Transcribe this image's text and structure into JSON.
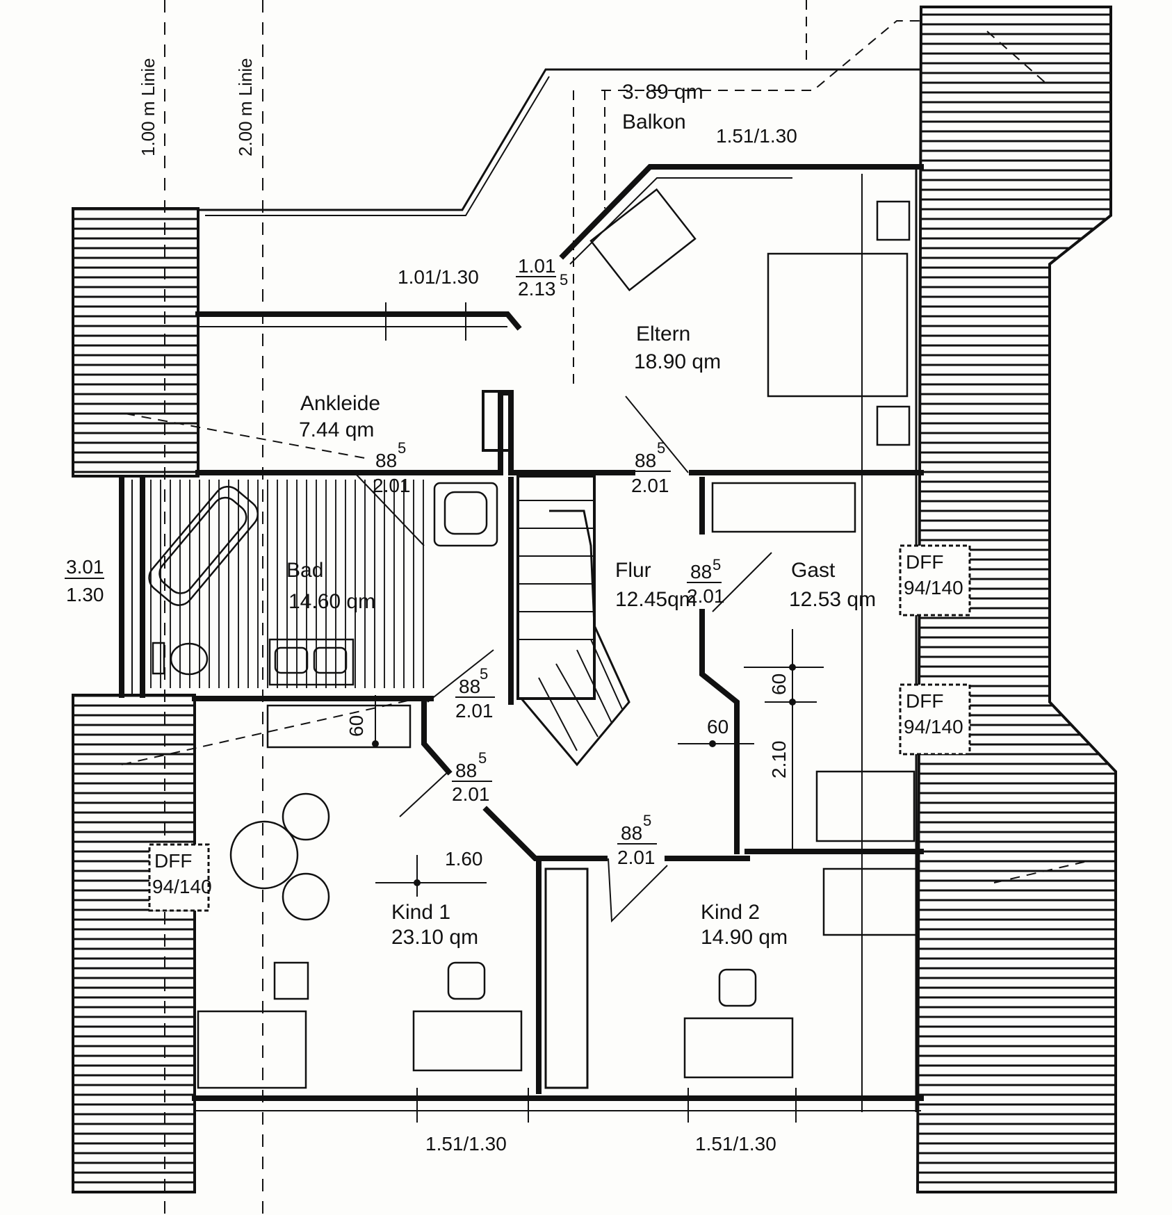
{
  "guide_lines": {
    "line_1m": "1.00 m Linie",
    "line_2m": "2.00 m Linie"
  },
  "rooms": {
    "balkon": {
      "area": "3. 89 qm",
      "name": "Balkon"
    },
    "eltern": {
      "name": "Eltern",
      "area": "18.90 qm"
    },
    "ankleide": {
      "name": "Ankleide",
      "area": "7.44 qm"
    },
    "bad": {
      "name": "Bad",
      "area": "14.60 qm"
    },
    "flur": {
      "name": "Flur",
      "area": "12.45qm"
    },
    "gast": {
      "name": "Gast",
      "area": "12.53 qm"
    },
    "kind1": {
      "name": "Kind 1",
      "area": "23.10 qm"
    },
    "kind2": {
      "name": "Kind 2",
      "area": "14.90 qm"
    }
  },
  "windows": {
    "balkon_window": "1.51/1.30",
    "ankleide_window": "1.01/1.30",
    "balkon_door_w": "1.01",
    "balkon_door_h": "2.13",
    "balkon_door_sup": "5",
    "bad_window_w": "3.01",
    "bad_window_h": "1.30",
    "kind1_window": "1.51/1.30",
    "kind2_window": "1.51/1.30"
  },
  "doors": {
    "width": "88",
    "sup": "5",
    "height": "2.01"
  },
  "skylights": {
    "label": "DFF",
    "size": "94/140"
  },
  "dimensions": {
    "d160": "1.60",
    "d60a": "60",
    "d60b": "60",
    "d60c": "60",
    "d210": "2.10"
  }
}
